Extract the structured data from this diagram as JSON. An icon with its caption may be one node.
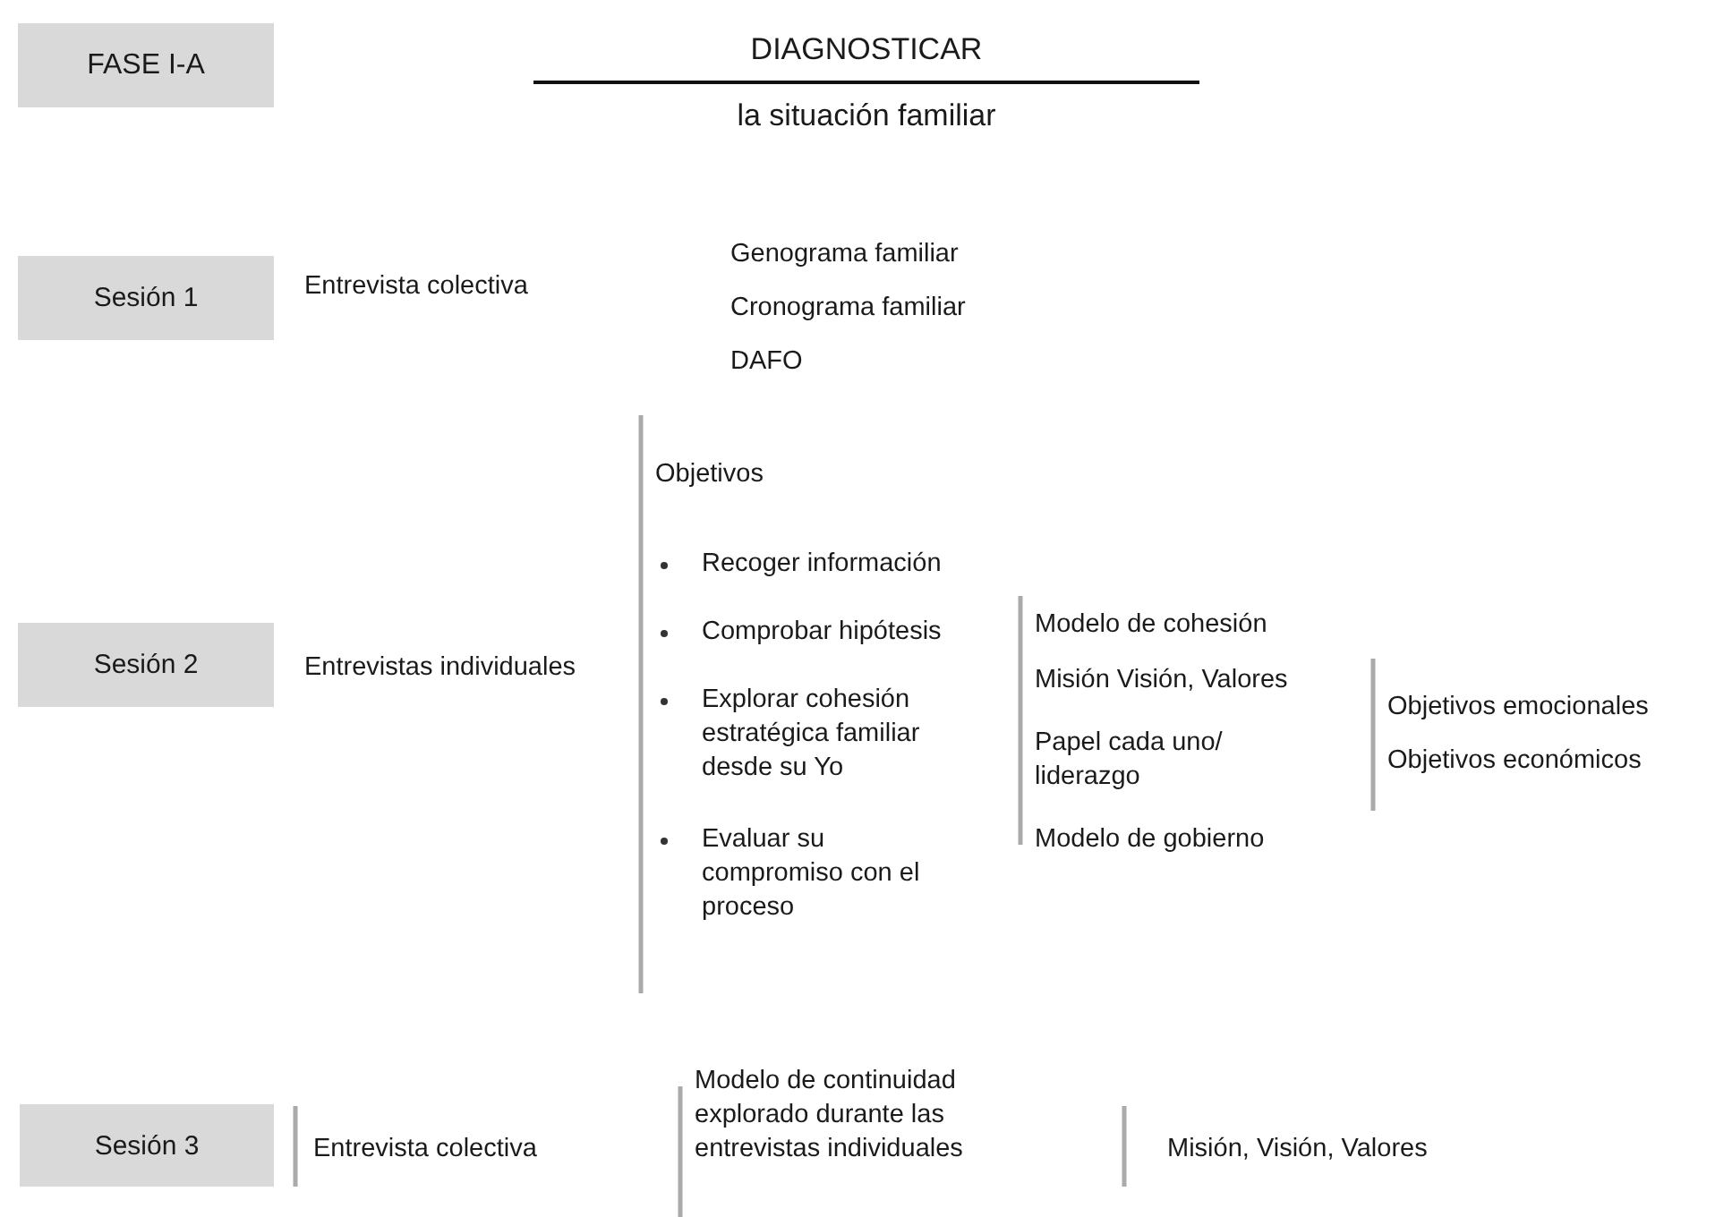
{
  "diagram": {
    "title": "DIAGNOSTICAR",
    "nodes": [
      {
        "text": [
          "FASE I-A"
        ]
      },
      {
        "text": [
          "Sesión 1"
        ]
      },
      {
        "text": [
          "Sesión 2"
        ]
      },
      {
        "text": [
          "Sesión 3"
        ]
      }
    ],
    "edges": [],
    "labels": [
      "la situación familiar",
      "Entrevista colectiva",
      "Genograma familiar",
      "Cronograma familiar",
      "DAFO",
      "Entrevistas individuales",
      "Objetivos",
      "Recoger información",
      "Comprobar hipótesis",
      "Explorar cohesión estratégica familiar desde su Yo",
      "Evaluar su compromiso con el proceso",
      "Modelo de cohesión",
      "Misión Visión, Valores",
      "Papel cada uno/ liderazgo",
      "Modelo de gobierno",
      "Objetivos emocionales",
      "Objetivos económicos",
      "Entrevista colectiva",
      "Modelo de continuidad explorado durante las entrevistas individuales",
      "Misión, Visión, Valores"
    ]
  }
}
